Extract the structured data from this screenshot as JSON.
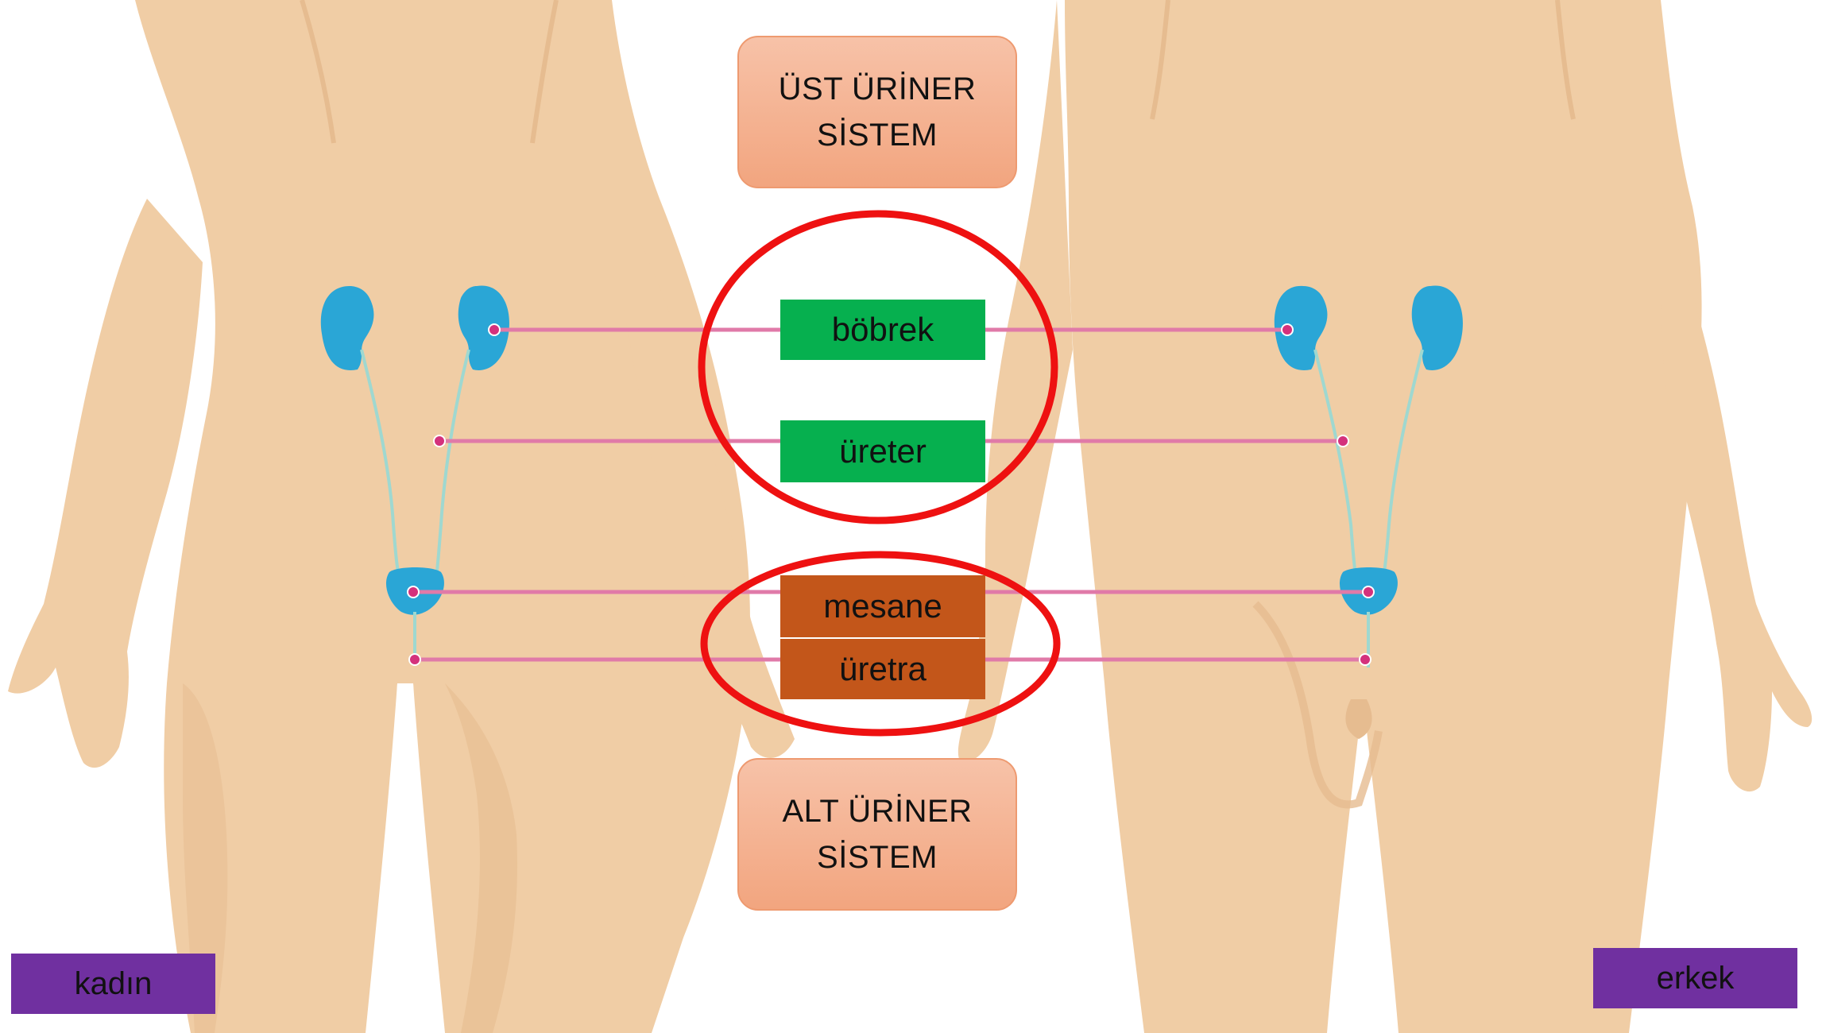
{
  "upper_system": {
    "label": "ÜST ÜRİNER\nSİSTEM"
  },
  "lower_system": {
    "label": "ALT ÜRİNER\nSİSTEM"
  },
  "organs": {
    "kidney": "böbrek",
    "ureter": "üreter",
    "bladder": "mesane",
    "urethra": "üretra"
  },
  "figures": {
    "female": "kadın",
    "male": "erkek"
  },
  "colors": {
    "skin": "#f0cda5",
    "skin_shadow": "#e6bc90",
    "kidney": "#2aa6d6",
    "leader_line": "#e07aa8",
    "upper_box": "#06b04f",
    "lower_box": "#c3561a",
    "circle": "#ee1111",
    "figure_label": "#7030a0"
  }
}
